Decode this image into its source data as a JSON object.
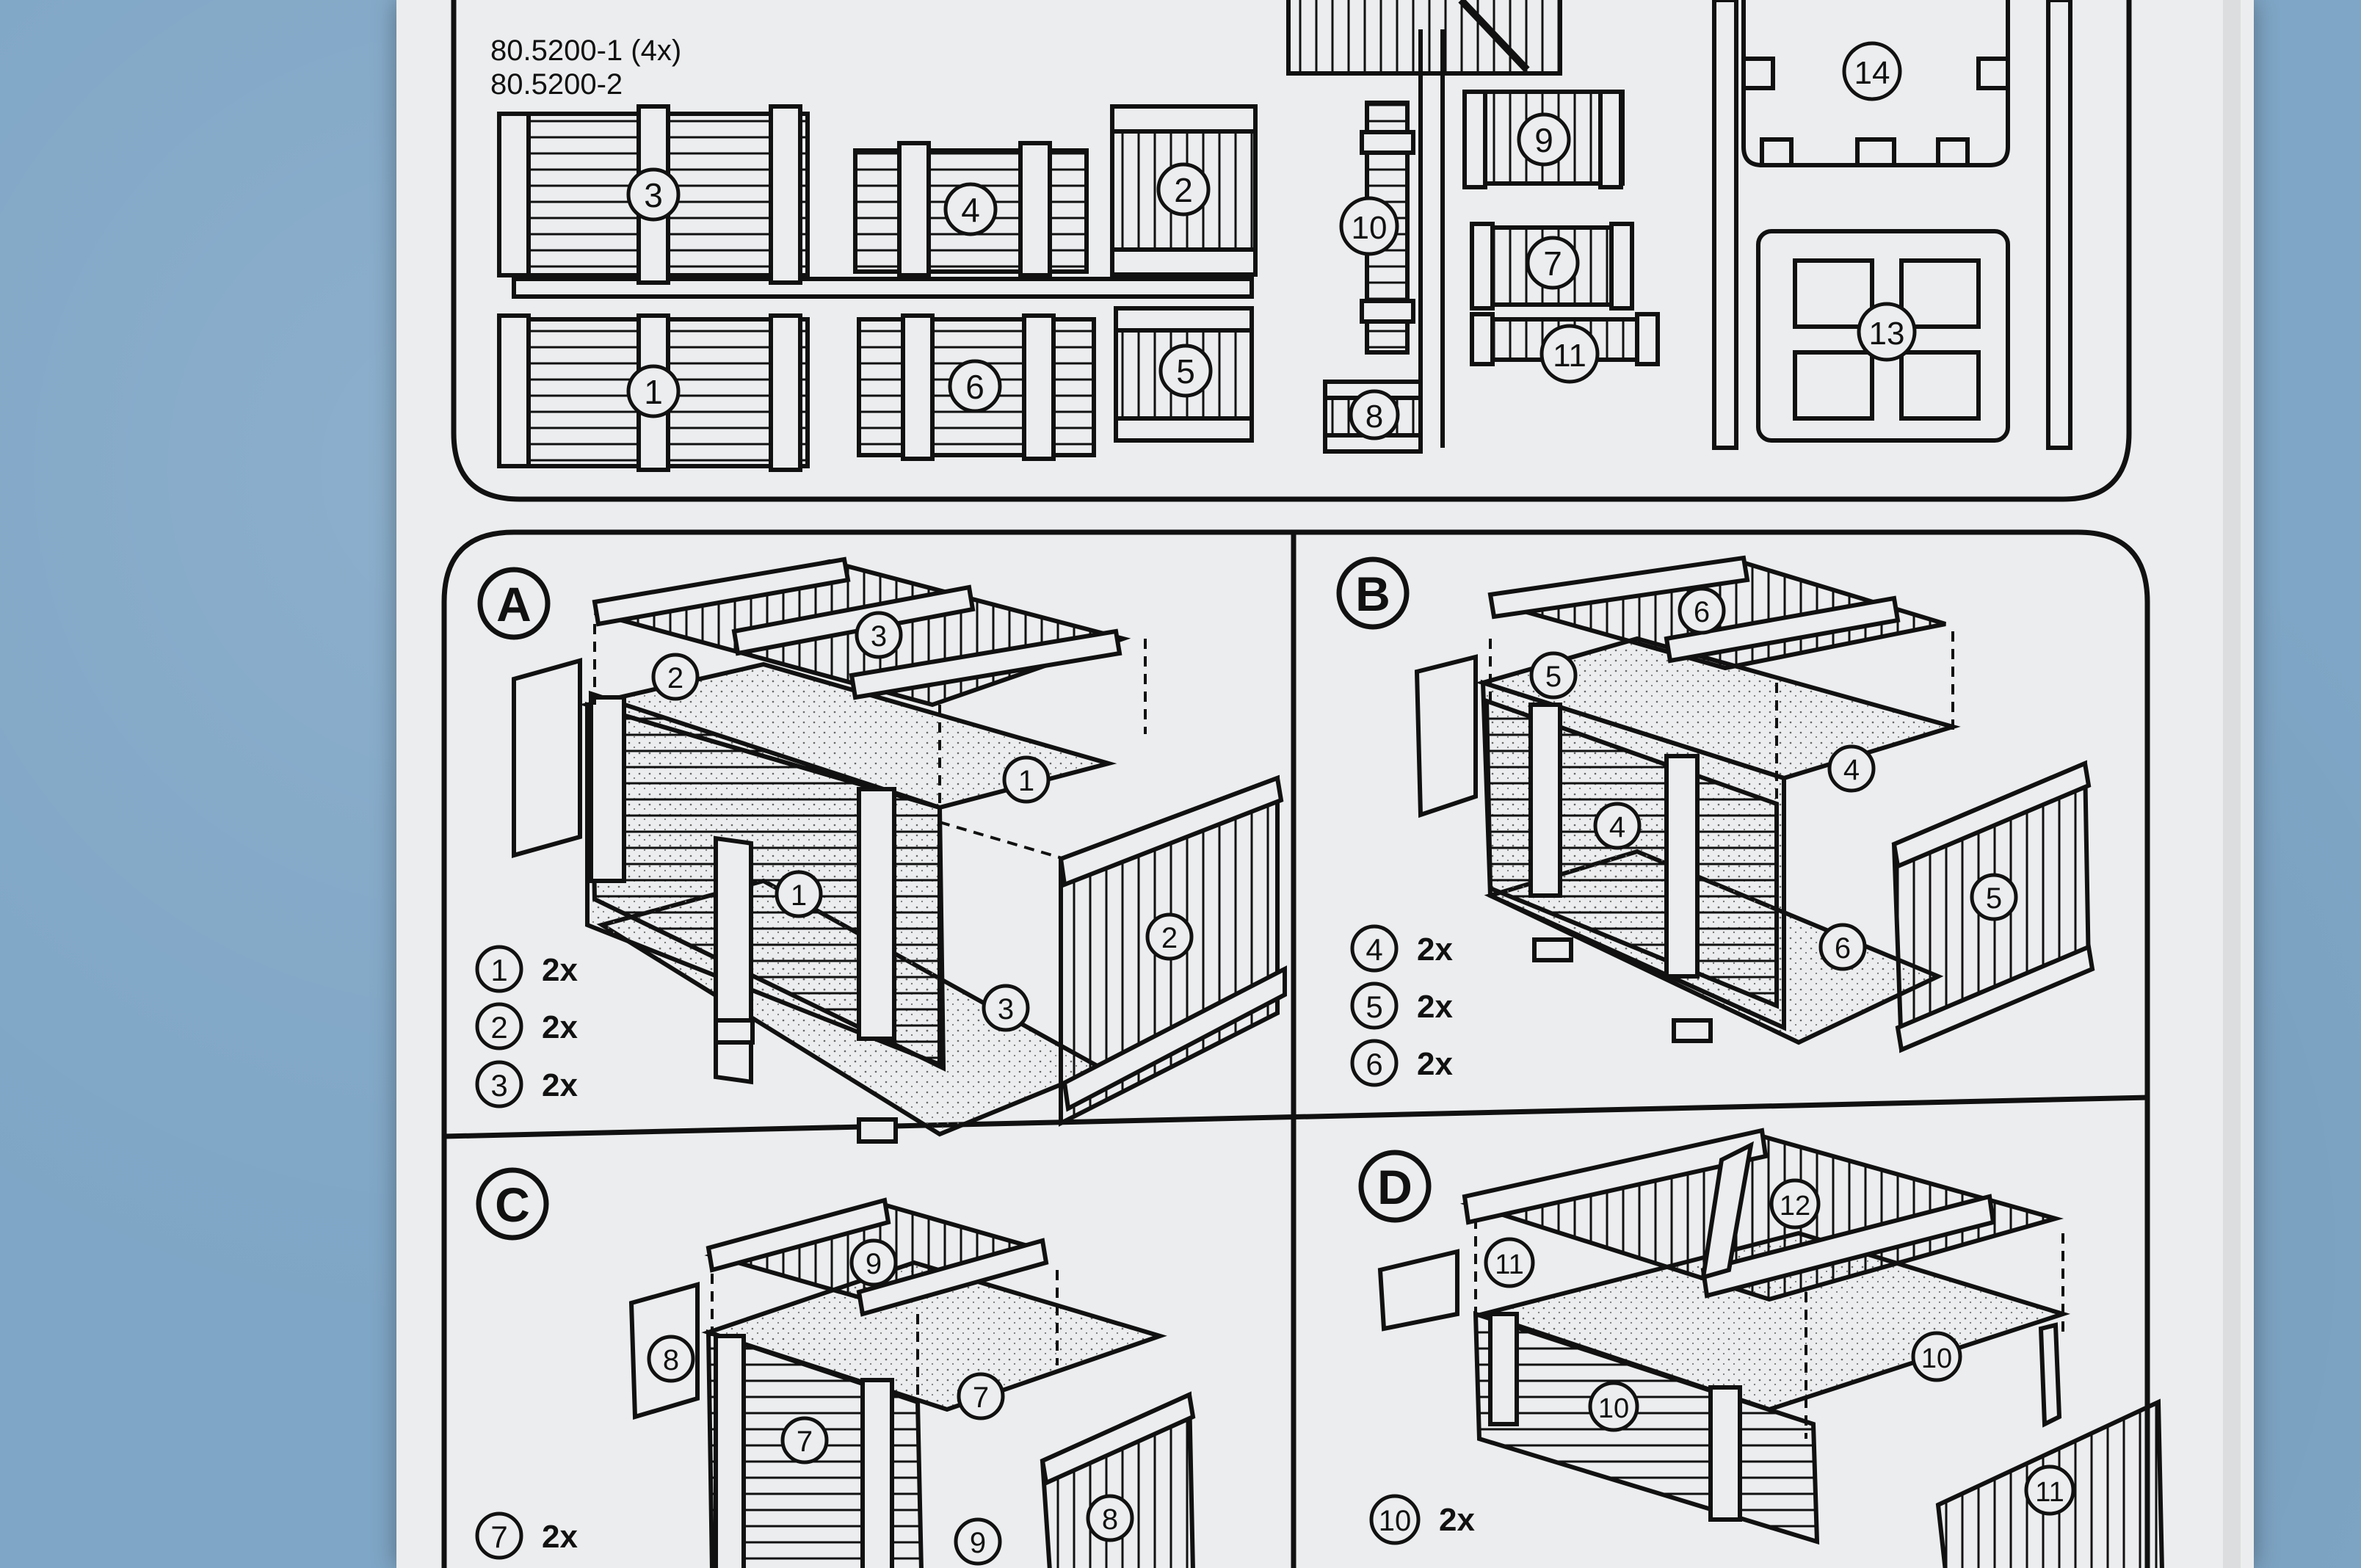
{
  "sprue": {
    "part_numbers": [
      "80.5200-1 (4x)",
      "80.5200-2"
    ],
    "parts": [
      "1",
      "2",
      "3",
      "4",
      "5",
      "6",
      "7",
      "8",
      "9",
      "10",
      "11",
      "13",
      "14"
    ]
  },
  "steps": [
    {
      "letter": "A",
      "callouts": [
        "3",
        "2",
        "1",
        "1",
        "2",
        "3"
      ],
      "quantities": [
        {
          "part": "1",
          "qty": "2x"
        },
        {
          "part": "2",
          "qty": "2x"
        },
        {
          "part": "3",
          "qty": "2x"
        }
      ]
    },
    {
      "letter": "B",
      "callouts": [
        "6",
        "5",
        "4",
        "4",
        "5",
        "6"
      ],
      "quantities": [
        {
          "part": "4",
          "qty": "2x"
        },
        {
          "part": "5",
          "qty": "2x"
        },
        {
          "part": "6",
          "qty": "2x"
        }
      ]
    },
    {
      "letter": "C",
      "callouts": [
        "9",
        "8",
        "7",
        "7",
        "8",
        "9"
      ],
      "quantities": [
        {
          "part": "7",
          "qty": "2x"
        }
      ]
    },
    {
      "letter": "D",
      "callouts": [
        "12",
        "11",
        "10",
        "10",
        "11"
      ],
      "quantities": [
        {
          "part": "10",
          "qty": "2x"
        }
      ]
    }
  ],
  "colors": {
    "paper": "#ecedee",
    "ink": "#111111",
    "background": "#7fa6c6"
  }
}
